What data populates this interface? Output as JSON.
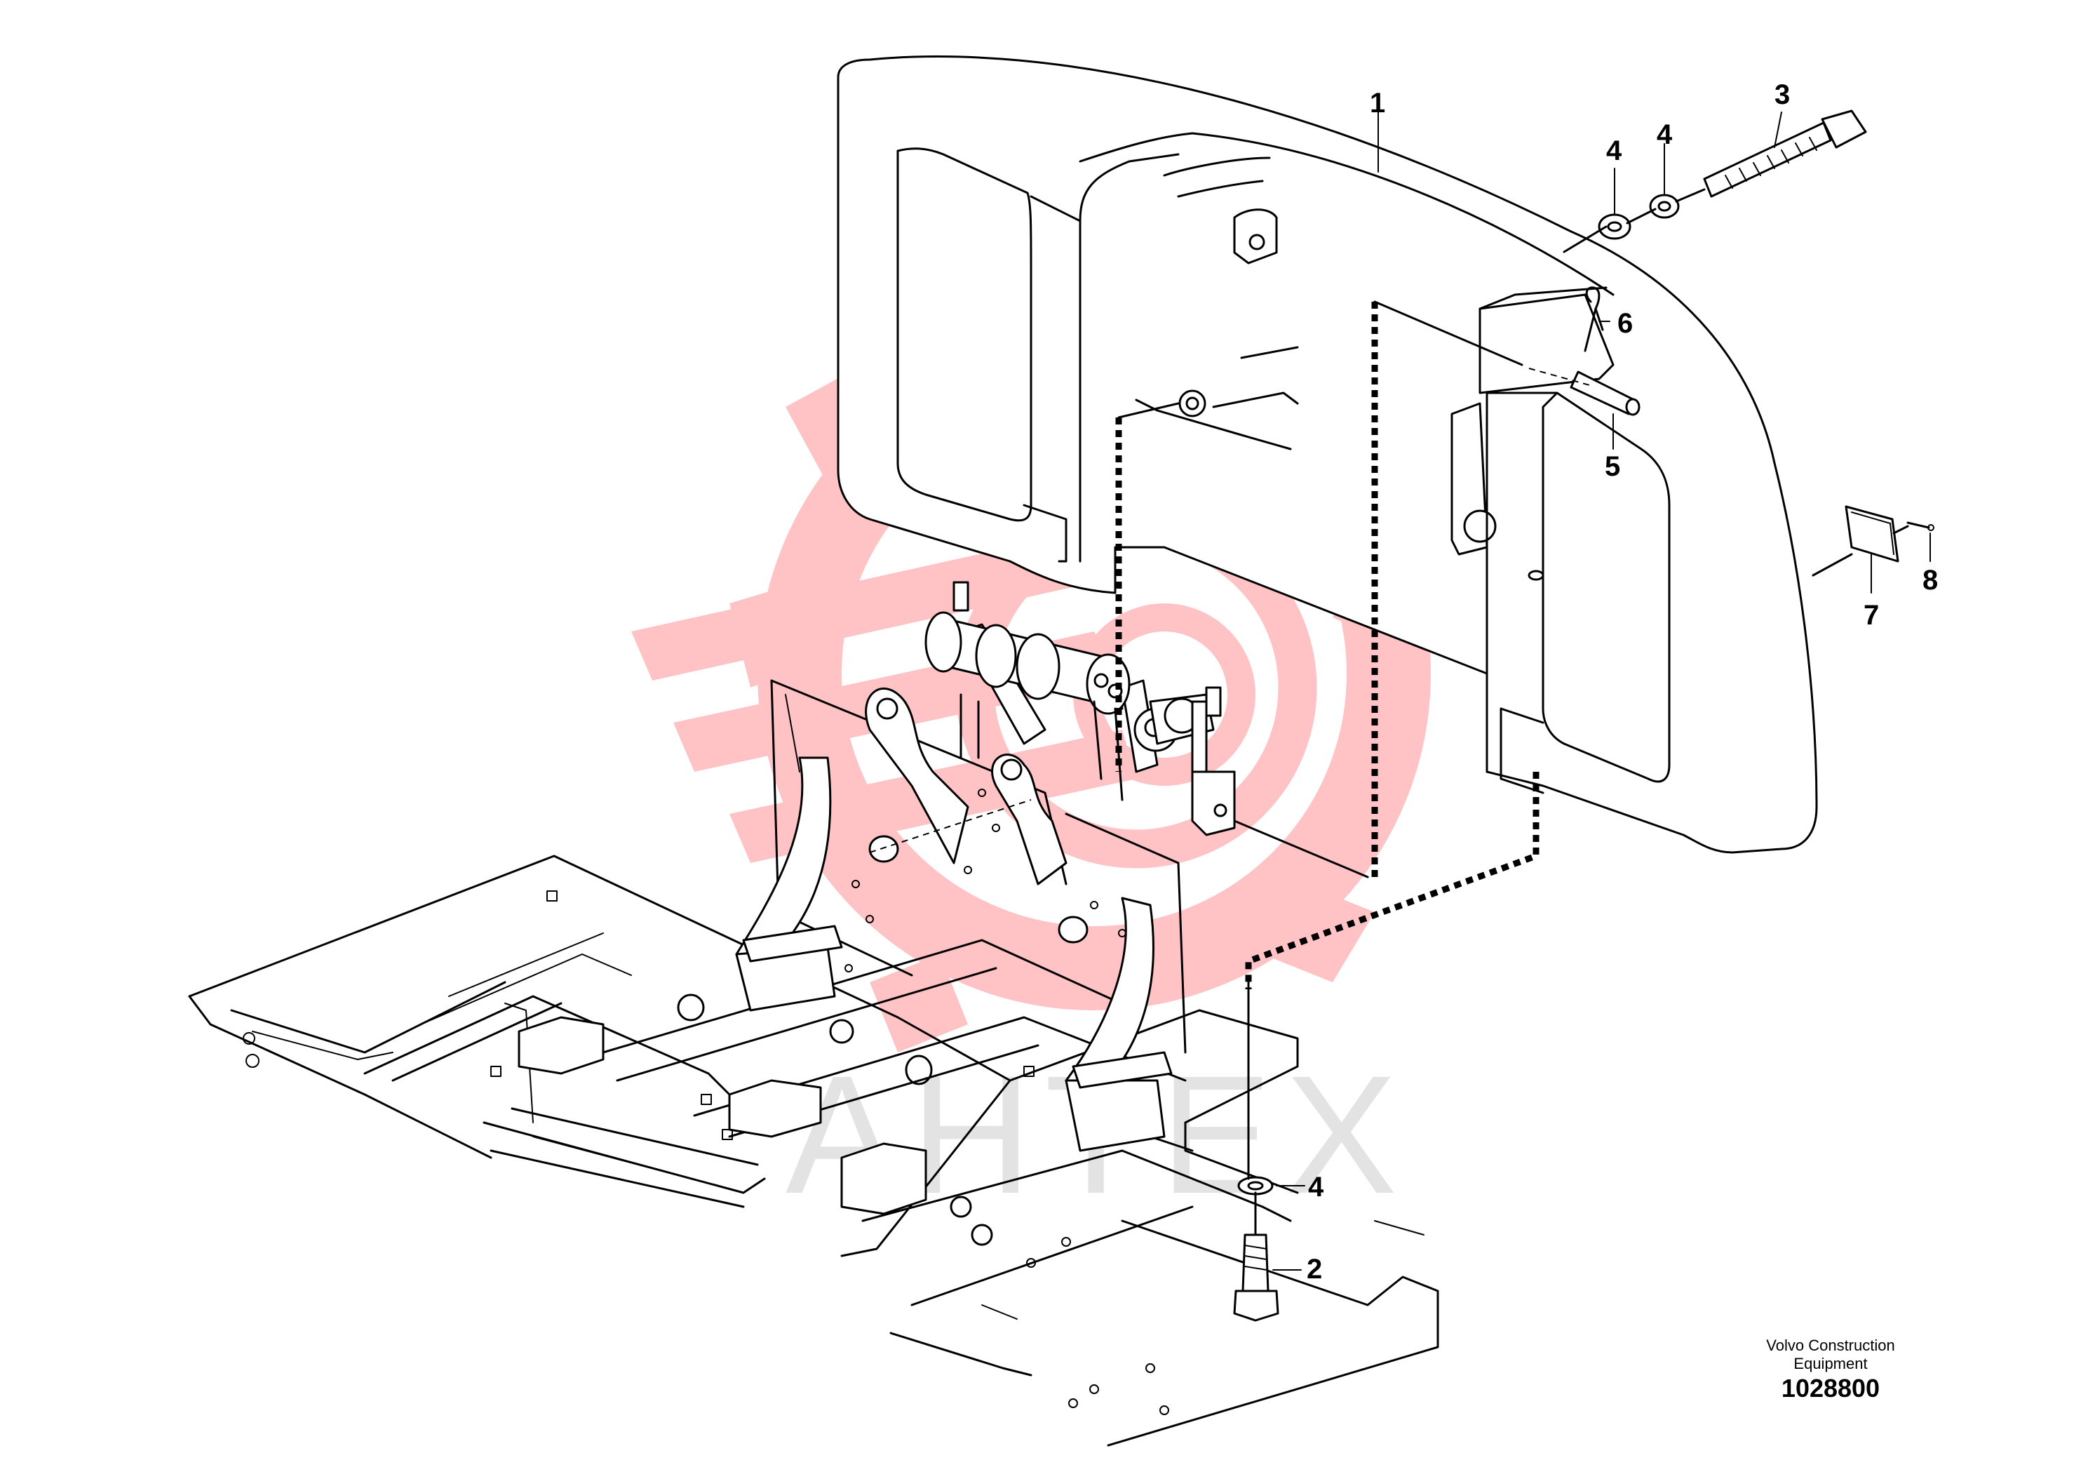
{
  "diagram": {
    "callouts": [
      "1",
      "2",
      "3",
      "4",
      "4",
      "4",
      "5",
      "6",
      "7",
      "8"
    ],
    "footer": {
      "maker": "Volvo Construction Equipment",
      "drawing_number": "1028800"
    },
    "watermark": {
      "text": "АНТЕХ",
      "color": "#ff9da0"
    }
  }
}
